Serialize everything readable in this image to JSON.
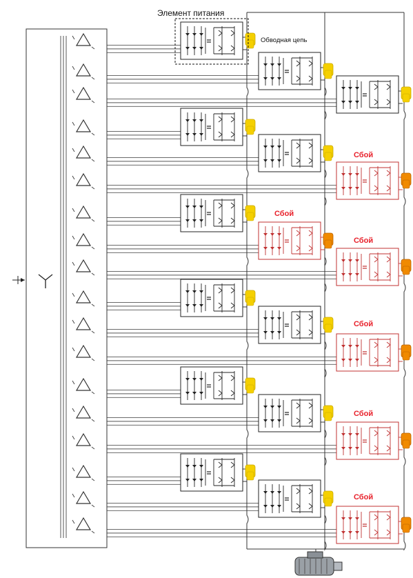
{
  "labels": {
    "power_cell": "Элемент питания",
    "bypass_circuit": "Обводная цепь",
    "fault": "Сбой"
  },
  "diagram": {
    "phases": 3,
    "cells_per_phase": 6,
    "cell_status": {
      "phase_a": [
        "normal",
        "normal",
        "normal",
        "normal",
        "normal",
        "normal"
      ],
      "phase_b": [
        "normal",
        "normal",
        "fault",
        "normal",
        "normal",
        "normal"
      ],
      "phase_c": [
        "normal",
        "fault",
        "fault",
        "fault",
        "fault",
        "fault"
      ]
    },
    "colors": {
      "normal_line": "#222222",
      "fault_line": "#c03030",
      "fault_label": "#e8202a",
      "bypass_switch_normal": "#f5d000",
      "bypass_switch_fault": "#f08a00",
      "frame": "#333333"
    },
    "icons": [
      "input-arrow-icon",
      "primary-wye-winding-icon",
      "secondary-delta-winding-icon",
      "power-cell-icon",
      "bypass-switch-icon",
      "motor-icon"
    ]
  }
}
